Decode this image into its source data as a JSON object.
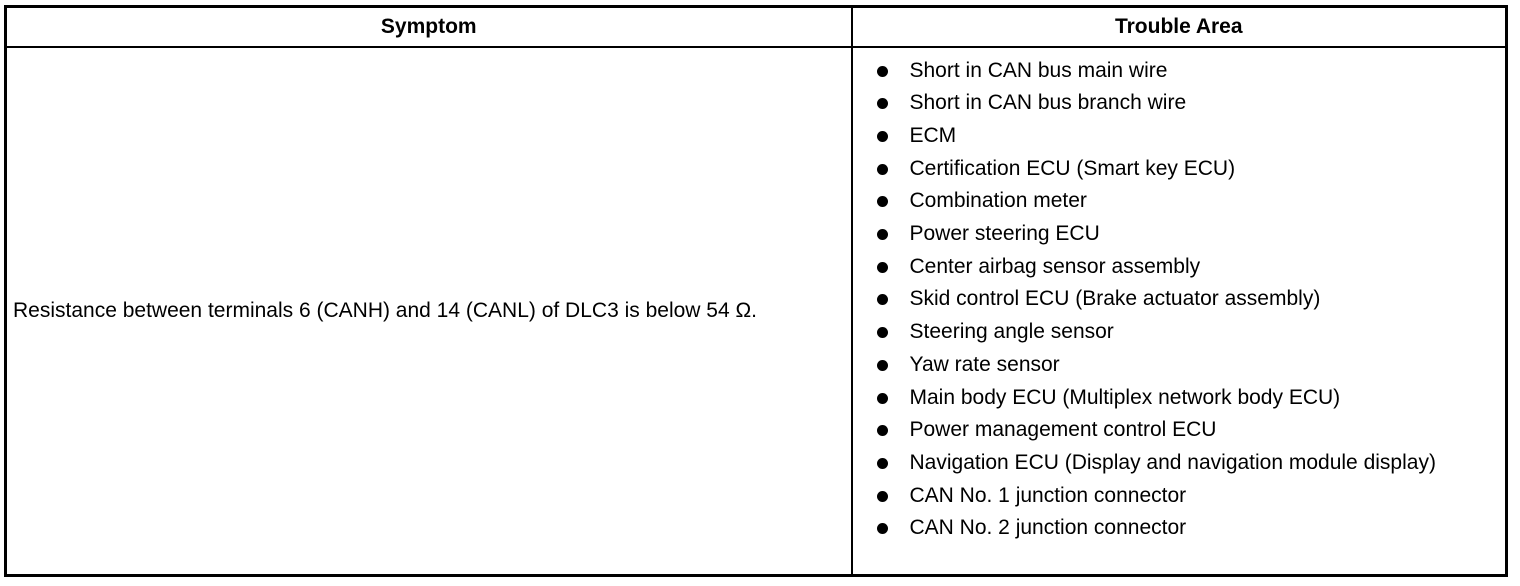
{
  "table": {
    "headers": {
      "symptom": "Symptom",
      "trouble_area": "Trouble Area"
    },
    "row": {
      "symptom": "Resistance between terminals 6 (CANH) and 14 (CANL) of DLC3 is below 54 Ω.",
      "trouble_areas": [
        "Short in CAN bus main wire",
        "Short in CAN bus branch wire",
        "ECM",
        "Certification ECU (Smart key ECU)",
        "Combination meter",
        "Power steering ECU",
        "Center airbag sensor assembly",
        "Skid control ECU (Brake actuator assembly)",
        "Steering angle sensor",
        "Yaw rate sensor",
        "Main body ECU (Multiplex network body ECU)",
        "Power management control ECU",
        "Navigation ECU (Display and navigation module display)",
        "CAN No. 1 junction connector",
        "CAN No. 2 junction connector"
      ]
    },
    "colors": {
      "border": "#000000",
      "background": "#ffffff",
      "text": "#000000"
    }
  }
}
